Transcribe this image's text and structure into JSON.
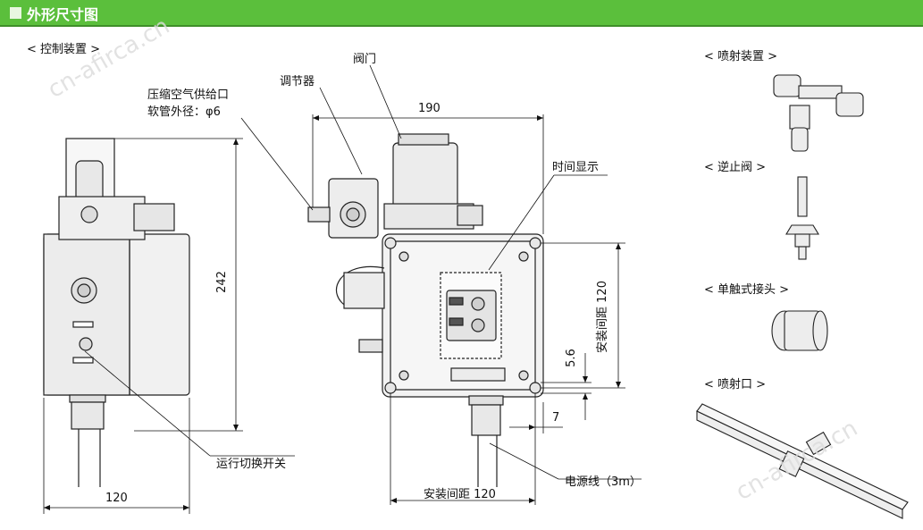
{
  "header": {
    "title": "外形尺寸图",
    "color": "#5bbf3c"
  },
  "sections": {
    "control_device": "< 控制装置 >",
    "spray_device": "< 喷射装置 >",
    "check_valve": "< 逆止阀 >",
    "one_touch_fitting": "< 单触式接头 >",
    "spray_nozzle": "< 喷射口 >"
  },
  "labels": {
    "air_supply_line1": "压缩空气供给口",
    "air_supply_line2": "软管外径：φ6",
    "regulator": "调节器",
    "valve": "阀门",
    "time_display": "时间显示",
    "run_switch": "运行切换开关",
    "power_cable": "电源线（3m）",
    "mount_pitch_h": "安装间距 120",
    "mount_pitch_v": "安装间距 120"
  },
  "dimensions": {
    "width_top": "190",
    "height_side": "242",
    "width_side": "120",
    "offset_5_6": "5.6",
    "offset_7": "7"
  },
  "watermark": "cn-afirca.cn"
}
